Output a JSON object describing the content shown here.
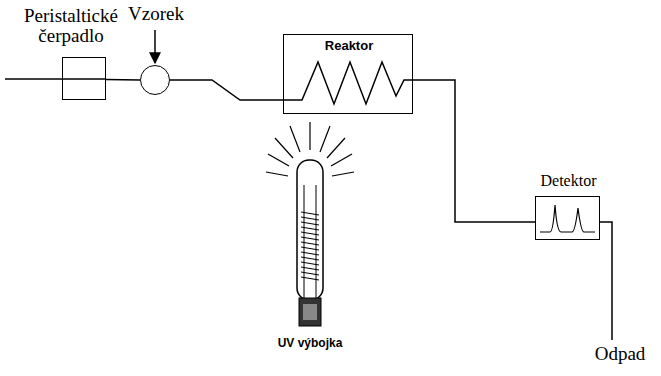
{
  "diagram": {
    "nodes": [
      {
        "text": [
          "Peristaltické čerpadlo"
        ]
      },
      {
        "text": [
          "Vzorek"
        ]
      },
      {
        "text": [
          "Reaktor"
        ]
      },
      {
        "text": [
          "Detektor"
        ]
      }
    ],
    "edges": [
      {
        "from": 0,
        "to": 1,
        "arrow": "none"
      },
      {
        "from": 1,
        "to": 2,
        "arrow": "none"
      },
      {
        "from": 2,
        "to": 3,
        "arrow": "none"
      }
    ],
    "labels": [
      "UV výbojka",
      "Odpad"
    ]
  }
}
